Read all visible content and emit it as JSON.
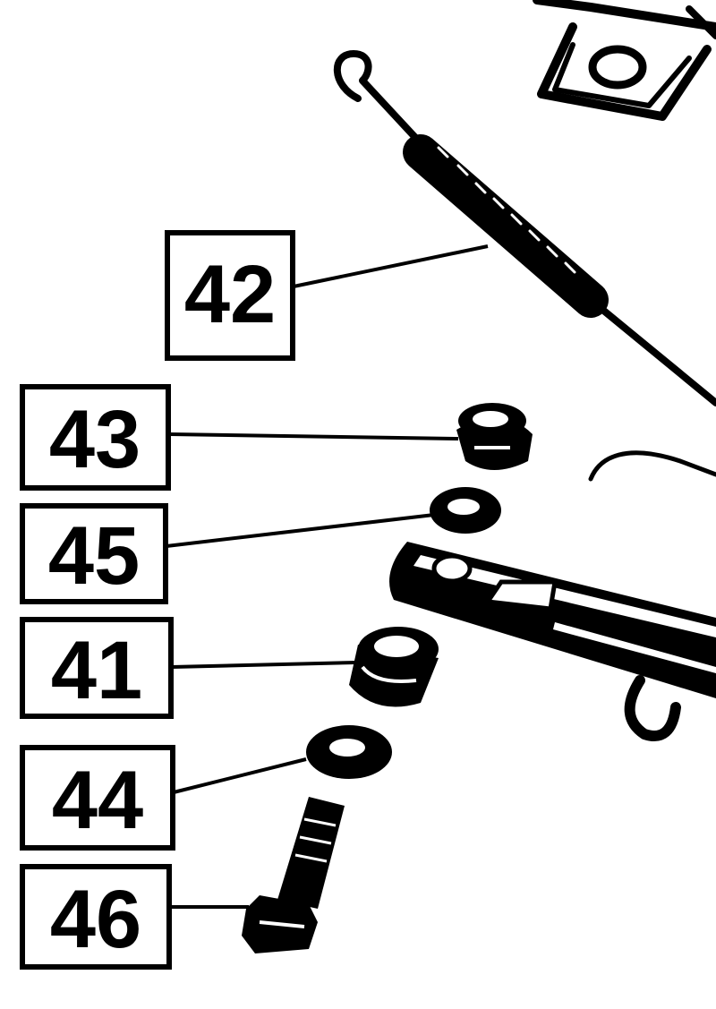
{
  "callouts": [
    {
      "id": "42"
    },
    {
      "id": "43"
    },
    {
      "id": "45"
    },
    {
      "id": "41"
    },
    {
      "id": "44"
    },
    {
      "id": "46"
    }
  ],
  "colors": {
    "ink": "#000000",
    "paper": "#ffffff"
  }
}
